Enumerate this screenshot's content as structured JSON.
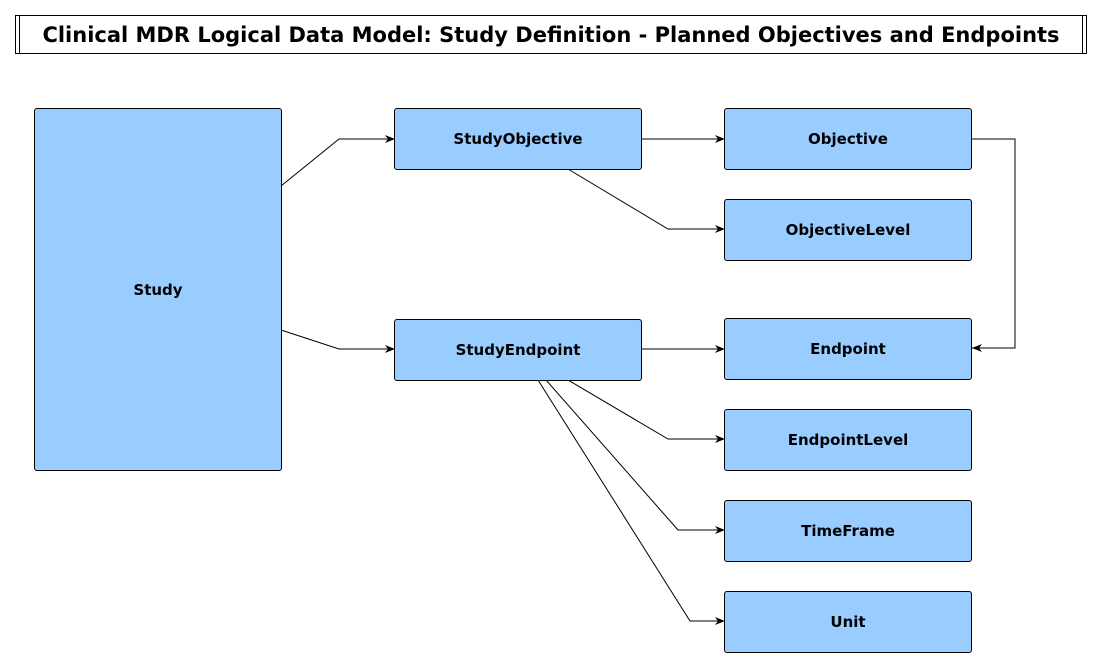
{
  "diagram": {
    "title": "Clinical MDR Logical Data Model: Study Definition - Planned Objectives and Endpoints",
    "entities": {
      "study": "Study",
      "study_objective": "StudyObjective",
      "study_endpoint": "StudyEndpoint",
      "objective": "Objective",
      "objective_level": "ObjectiveLevel",
      "endpoint": "Endpoint",
      "endpoint_level": "EndpointLevel",
      "time_frame": "TimeFrame",
      "unit": "Unit"
    },
    "relationships": [
      {
        "from": "Study",
        "to": "StudyObjective"
      },
      {
        "from": "Study",
        "to": "StudyEndpoint"
      },
      {
        "from": "StudyObjective",
        "to": "Objective"
      },
      {
        "from": "StudyObjective",
        "to": "ObjectiveLevel"
      },
      {
        "from": "Objective",
        "to": "Endpoint"
      },
      {
        "from": "StudyEndpoint",
        "to": "Endpoint"
      },
      {
        "from": "StudyEndpoint",
        "to": "EndpointLevel"
      },
      {
        "from": "StudyEndpoint",
        "to": "TimeFrame"
      },
      {
        "from": "StudyEndpoint",
        "to": "Unit"
      }
    ],
    "colors": {
      "entity_fill": "#99ccff",
      "stroke": "#000000"
    }
  }
}
